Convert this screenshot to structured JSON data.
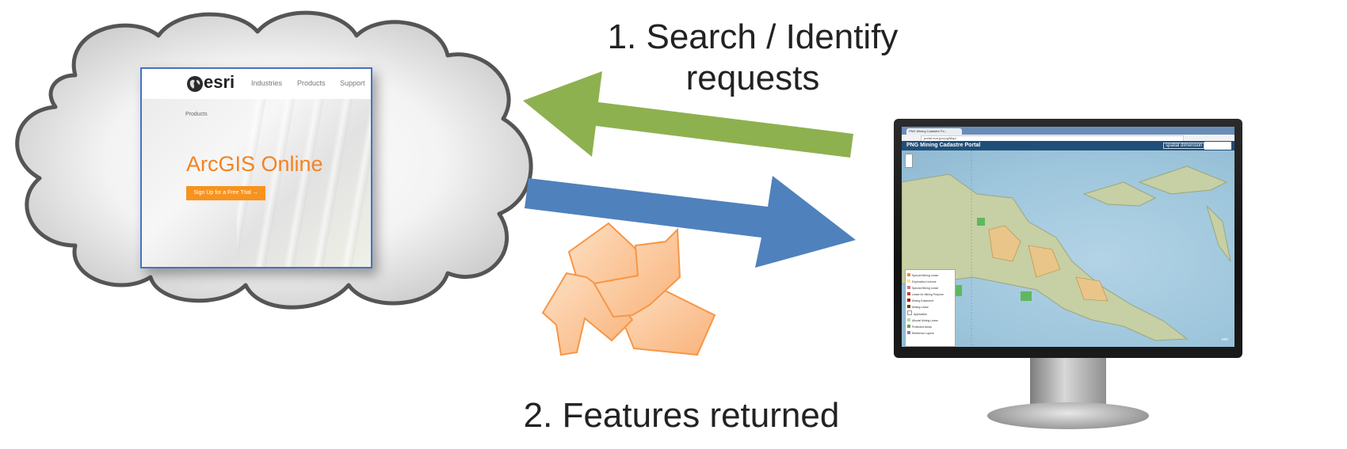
{
  "labels": {
    "request_line1": "1. Search / Identify",
    "request_line2": "requests",
    "response": "2. Features returned"
  },
  "cloud_screenshot": {
    "brand": "esri",
    "nav": [
      "Industries",
      "Products",
      "Support"
    ],
    "breadcrumb": "Products",
    "product_title": "ArcGIS Online",
    "cta_button": "Sign Up for a Free Trial →"
  },
  "monitor_screenshot": {
    "tab_title": "PNG Mining Cadastre Po...",
    "url": "portal.mra.gov.pg/Map/",
    "app_title": "PNG Mining Cadastre Portal",
    "partner_logo": "spatial dimension",
    "map_credit": "esri",
    "legend_items": [
      "Special Mining Lease",
      "Exploration Licence",
      "Special Mining Lease",
      "Lease for Mining Purpose",
      "Mining Easement",
      "Mining Lease",
      "Application",
      "Alluvial Mining Lease",
      "Protected Areas",
      "Reference Layers"
    ]
  },
  "colors": {
    "request_arrow": "#8db14f",
    "response_arrow": "#4f81bd",
    "feature_fill": "#fcc18c",
    "feature_stroke": "#f79646",
    "esri_cta": "#f7931e",
    "arcgis_title": "#f58220",
    "portal_header": "#1f4e79"
  },
  "icons": [
    "cloud-icon",
    "monitor-icon",
    "features-icon",
    "globe-icon"
  ]
}
